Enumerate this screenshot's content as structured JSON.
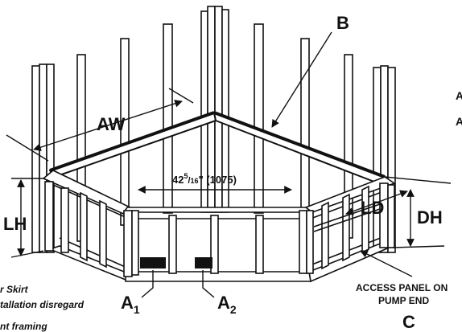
{
  "labels": {
    "B": "B",
    "AW": "AW",
    "LH": "LH",
    "LD": "LD",
    "DH": "DH",
    "dim_whole": "42",
    "dim_num": "5",
    "dim_den": "16",
    "dim_rest": "\" (1075)",
    "A1_letter": "A",
    "A1_sub": "1",
    "A2_letter": "A",
    "A2_sub": "2",
    "access_line1": "ACCESS PANEL ON",
    "access_line2": "PUMP END",
    "C": "C",
    "note_line1": "r Skirt",
    "note_line2": "tallation disregard",
    "note_line3": "nt framing",
    "edge_A1": "A",
    "edge_A2": "A"
  },
  "colors": {
    "ink": "#111111",
    "paper": "#ffffff"
  }
}
